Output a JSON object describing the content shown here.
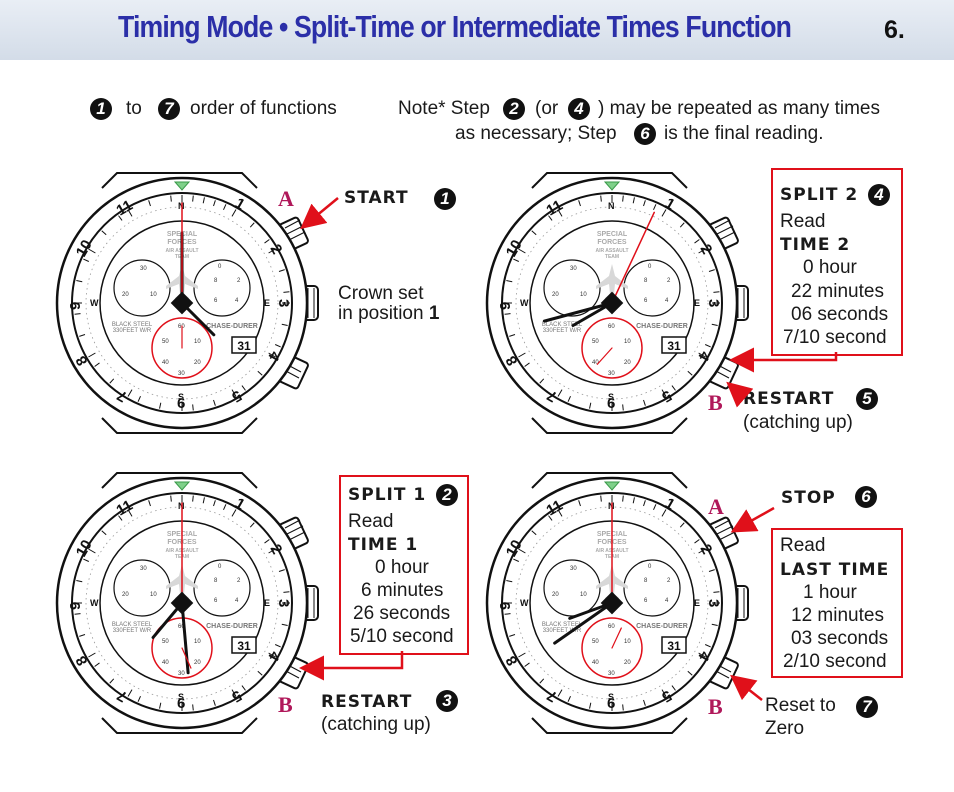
{
  "header": {
    "title": "Timing Mode • Split-Time or Intermediate Times Function",
    "page_number": "6."
  },
  "legend": {
    "start_num": "1",
    "to": "to",
    "end_num": "7",
    "order_text": "order of functions"
  },
  "note": {
    "prefix": "Note* Step",
    "step_a": "2",
    "or": "(or",
    "step_b": "4",
    "suffix": ") may be repeated as many times",
    "line2_prefix": "as necessary; Step",
    "step_c": "6",
    "line2_suffix": "is the final reading."
  },
  "watch_labels": {
    "brand_line1": "SPECIAL",
    "brand_line2": "FORCES",
    "brand_line3": "AIR ASSAULT",
    "brand_line4": "TEAM",
    "model_left1": "BLACK STEEL",
    "model_left2": "330FEET W/R",
    "model_right": "CHASE-DURER",
    "date": "31"
  },
  "step1": {
    "letter": "A",
    "label": "START",
    "num": "1",
    "crown_line1": "Crown set",
    "crown_line2": "in position",
    "crown_pos": "1"
  },
  "step2": {
    "label": "SPLIT 1",
    "num": "2",
    "read": "Read",
    "time_label": "TIME 1",
    "hour": "0 hour",
    "minutes": "6 minutes",
    "seconds": "26 seconds",
    "tenths": "5/10 second"
  },
  "step3": {
    "letter": "B",
    "label": "RESTART",
    "num": "3",
    "sub": "(catching up)"
  },
  "step4": {
    "label": "SPLIT 2",
    "num": "4",
    "read": "Read",
    "time_label": "TIME 2",
    "hour": "0 hour",
    "minutes": "22 minutes",
    "seconds": "06 seconds",
    "tenths": "7/10 second"
  },
  "step5": {
    "letter": "B",
    "label": "RESTART",
    "num": "5",
    "sub": "(catching up)"
  },
  "step6": {
    "letter": "A",
    "label": "STOP",
    "num": "6",
    "read": "Read",
    "time_label": "LAST TIME",
    "hour": "1 hour",
    "minutes": "12 minutes",
    "seconds": "03 seconds",
    "tenths": "2/10 second"
  },
  "step7": {
    "letter": "B",
    "label1": "Reset to",
    "label2": "Zero",
    "num": "7"
  }
}
